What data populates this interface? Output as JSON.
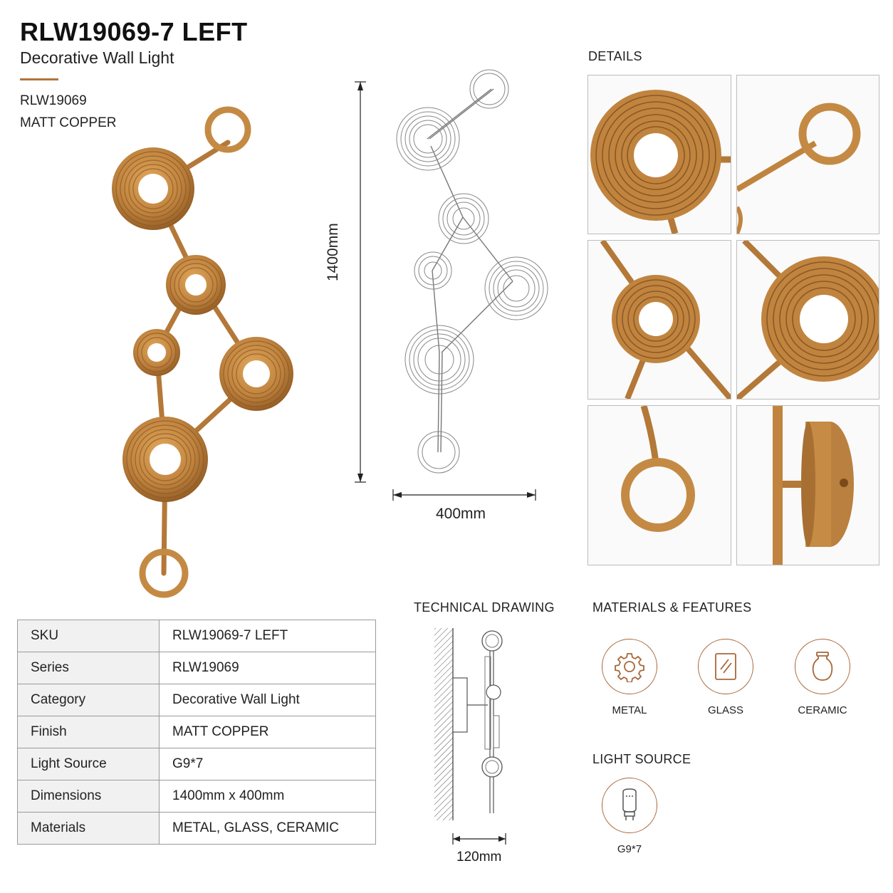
{
  "header": {
    "title": "RLW19069-7 LEFT",
    "subtitle": "Decorative Wall Light",
    "series": "RLW19069",
    "finish": "MATT COPPER"
  },
  "dimensions": {
    "height_label": "1400mm",
    "width_label": "400mm",
    "depth_label": "120mm"
  },
  "sections": {
    "details": "DETAILS",
    "technical": "TECHNICAL DRAWING",
    "materials": "MATERIALS & FEATURES",
    "light_source": "LIGHT SOURCE"
  },
  "materials": [
    {
      "label": "METAL",
      "icon": "gear-icon"
    },
    {
      "label": "GLASS",
      "icon": "glass-pane-icon"
    },
    {
      "label": "CERAMIC",
      "icon": "vase-icon"
    }
  ],
  "light_source": {
    "label": "G9*7",
    "icon": "g9-bulb-icon"
  },
  "specs": [
    {
      "key": "SKU",
      "value": "RLW19069-7 LEFT"
    },
    {
      "key": "Series",
      "value": "RLW19069"
    },
    {
      "key": "Category",
      "value": "Decorative Wall Light"
    },
    {
      "key": "Finish",
      "value": "MATT COPPER"
    },
    {
      "key": "Light Source",
      "value": "G9*7"
    },
    {
      "key": "Dimensions",
      "value": "1400mm x 400mm"
    },
    {
      "key": "Materials",
      "value": "METAL, GLASS, CERAMIC"
    }
  ],
  "colors": {
    "copper": "#c0843f",
    "copper_dark": "#8a5520",
    "accent": "#b0753f"
  }
}
